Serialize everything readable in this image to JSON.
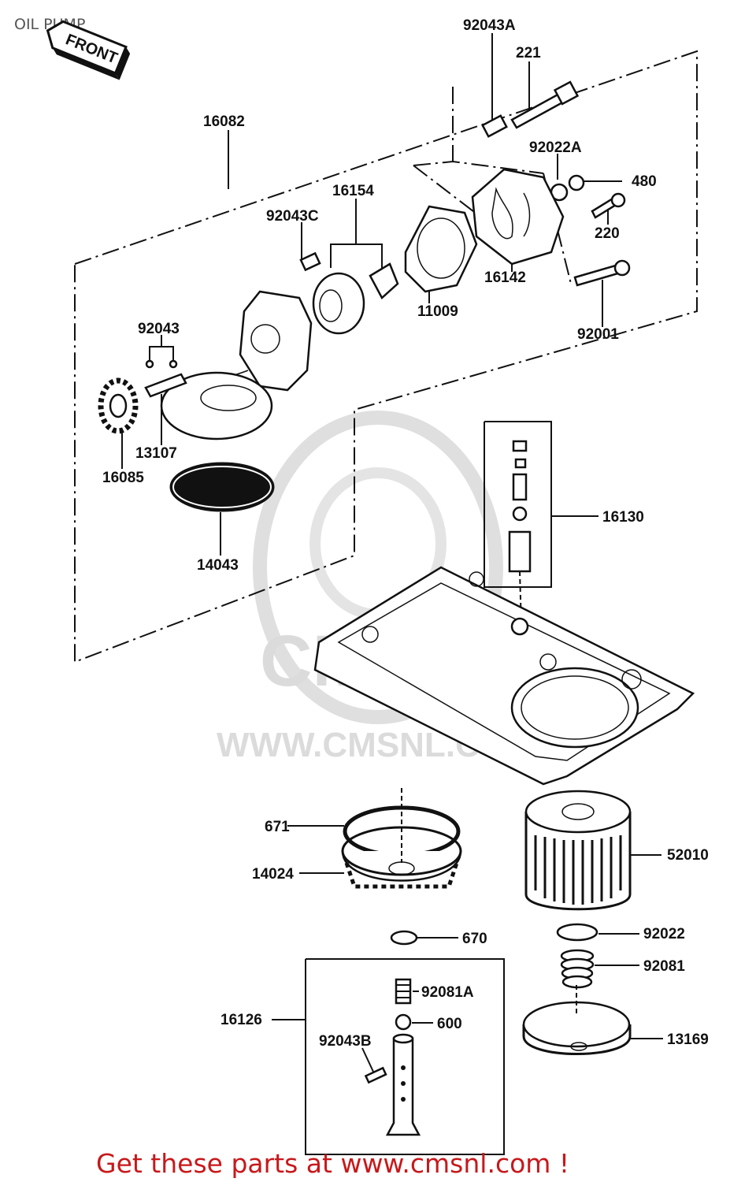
{
  "title": "OIL PUMP",
  "front_marker": "FRONT",
  "watermark": "WWW.CMSNL.COM",
  "footer": "Get these parts at www.cmsnl.com !",
  "part_labels": [
    "92043A",
    "221",
    "16082",
    "92022A",
    "480",
    "220",
    "16154",
    "92043C",
    "16142",
    "11009",
    "92001",
    "92043",
    "13107",
    "16085",
    "14043",
    "16130",
    "671",
    "14024",
    "52010",
    "670",
    "92022",
    "92081",
    "16126",
    "92081A",
    "600",
    "92043B",
    "13169"
  ]
}
